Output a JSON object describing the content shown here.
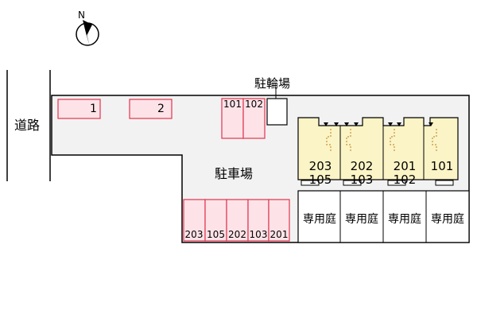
{
  "compass": {
    "label": "N",
    "icon": "north-compass-icon"
  },
  "road": {
    "label": "道路"
  },
  "bicycle_parking": {
    "label": "駐輪場"
  },
  "car_park": {
    "label": "駐車場"
  },
  "parking_slots_top_left": [
    {
      "label": "1"
    },
    {
      "label": "2"
    }
  ],
  "parking_slots_top_right": [
    {
      "label": "101"
    },
    {
      "label": "102"
    }
  ],
  "parking_slots_bottom": [
    {
      "label": "203"
    },
    {
      "label": "105"
    },
    {
      "label": "202"
    },
    {
      "label": "103"
    },
    {
      "label": "201"
    }
  ],
  "units": [
    {
      "upper": "203",
      "lower": "105"
    },
    {
      "upper": "202",
      "lower": "103"
    },
    {
      "upper": "201",
      "lower": "102"
    },
    {
      "upper": "101",
      "lower": ""
    }
  ],
  "private_gardens": [
    {
      "label": "専用庭"
    },
    {
      "label": "専用庭"
    },
    {
      "label": "専用庭"
    },
    {
      "label": "専用庭"
    }
  ],
  "colors": {
    "parking_slot_fill": "#fde3e8",
    "parking_slot_stroke": "#e0344f",
    "building_fill": "#fbf4c6",
    "site_fill": "#f2f2f2"
  }
}
